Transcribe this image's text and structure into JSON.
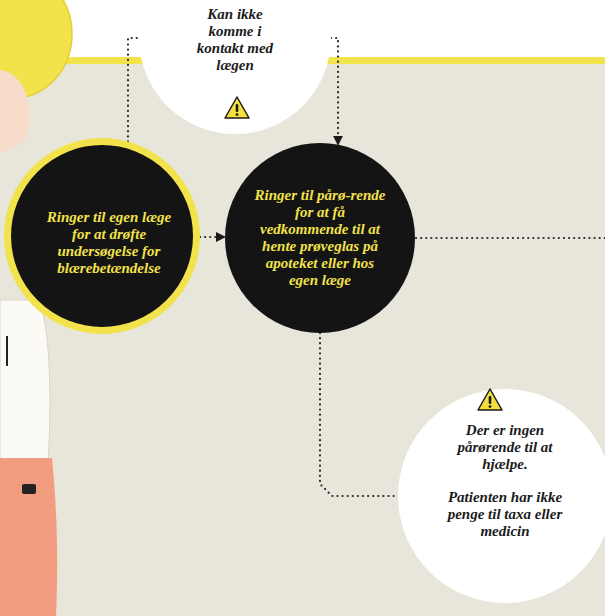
{
  "diagram": {
    "nodes": [
      {
        "text": [
          "Kan ikke komme i kontakt med lægen"
        ]
      },
      {
        "text": [
          "Ringer til egen læge for at drøfte undersøgelse for blærebetændelse"
        ]
      },
      {
        "text": [
          "Ringer til pårø-rende for at få vedkommende til at hente prøveglas på apoteket eller hos egen læge"
        ]
      },
      {
        "text": [
          "Der er ingen pårørende til at hjælpe.",
          "Patienten har ikke penge til taxa eller medicin"
        ]
      }
    ],
    "edges": [
      {
        "from": 1,
        "to": 0,
        "arrow": "none"
      },
      {
        "from": 0,
        "to": 2,
        "arrow": "to"
      },
      {
        "from": 1,
        "to": 2,
        "arrow": "to"
      },
      {
        "from": 2,
        "to": 3,
        "arrow": "none"
      }
    ]
  }
}
